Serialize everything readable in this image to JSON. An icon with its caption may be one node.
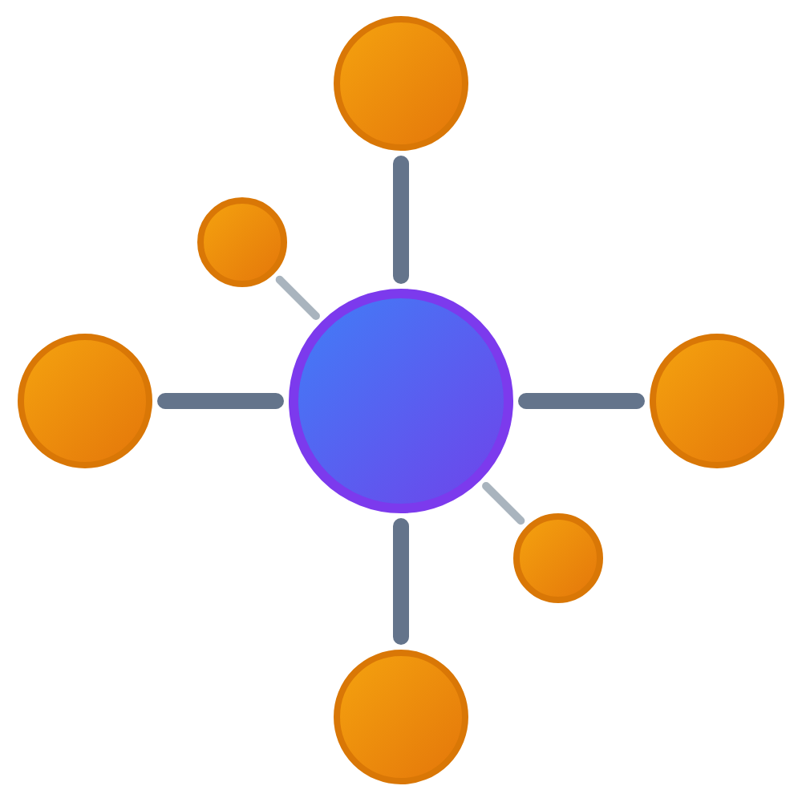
{
  "diagram": {
    "nodes": [
      {
        "text": [],
        "shape": "circle"
      },
      {
        "text": [],
        "shape": "circle"
      },
      {
        "text": [],
        "shape": "circle"
      },
      {
        "text": [],
        "shape": "circle"
      },
      {
        "text": [],
        "shape": "circle"
      },
      {
        "text": [],
        "shape": "circle"
      },
      {
        "text": [],
        "shape": "circle"
      }
    ],
    "edges": [
      {
        "from": 3,
        "to": 0,
        "arrow": "none"
      },
      {
        "from": 3,
        "to": 1,
        "arrow": "none",
        "color": "#a9b4be"
      },
      {
        "from": 3,
        "to": 2,
        "arrow": "none"
      },
      {
        "from": 3,
        "to": 4,
        "arrow": "none"
      },
      {
        "from": 3,
        "to": 5,
        "arrow": "none",
        "color": "#a9b4be"
      },
      {
        "from": 3,
        "to": 6,
        "arrow": "none"
      }
    ]
  }
}
